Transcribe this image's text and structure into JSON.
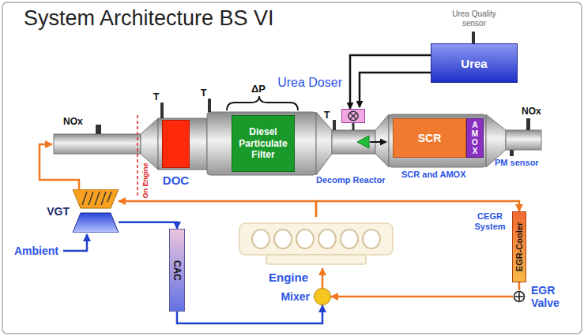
{
  "diagram": {
    "title": "System Architecture BS VI",
    "nodes": [
      {
        "text": [
          "DOC"
        ]
      },
      {
        "text": [
          "Diesel Particulate Filter"
        ]
      },
      {
        "text": [
          "Urea Doser"
        ]
      },
      {
        "text": [
          "Urea"
        ]
      },
      {
        "text": [
          "SCR"
        ]
      },
      {
        "text": [
          "AMOX"
        ]
      },
      {
        "text": [
          "VGT"
        ]
      },
      {
        "text": [
          "CAC"
        ]
      },
      {
        "text": [
          "Engine"
        ]
      },
      {
        "text": [
          "Mixer"
        ]
      },
      {
        "text": [
          "EGR-Cooler"
        ]
      },
      {
        "text": [
          "EGR Valve"
        ]
      }
    ],
    "edges": [
      {
        "from": 6,
        "to": 7,
        "arrow": "to"
      },
      {
        "from": 7,
        "to": 9,
        "arrow": "to"
      },
      {
        "from": 11,
        "to": 9,
        "arrow": "to"
      },
      {
        "from": 9,
        "to": 8,
        "arrow": "to"
      },
      {
        "from": 8,
        "to": 6,
        "arrow": "to"
      },
      {
        "from": 8,
        "to": 10,
        "arrow": "to"
      },
      {
        "from": 10,
        "to": 11,
        "arrow": "none"
      },
      {
        "from": 3,
        "to": 2,
        "arrow": "to"
      }
    ],
    "labels": [
      "NOx",
      "On Engine",
      "T",
      "T",
      "ΔP",
      "T",
      "Decomp Reactor",
      "Urea Quality sensor",
      "NOx",
      "SCR and AMOX",
      "PM sensor",
      "Ambient",
      "CEGR System"
    ]
  }
}
